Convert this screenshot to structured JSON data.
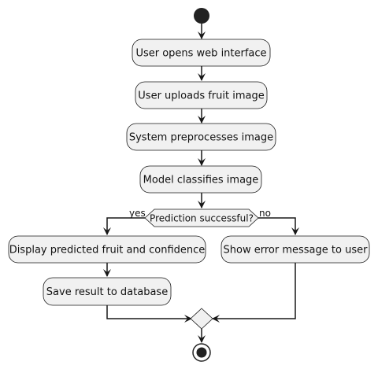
{
  "diagram": {
    "activities": {
      "open_interface": "User opens web interface",
      "upload_image": "User uploads fruit image",
      "preprocess": "System preprocesses image",
      "classify": "Model classifies image",
      "display_result": "Display predicted fruit and confidence",
      "save_result": "Save result to database",
      "show_error": "Show error message to user"
    },
    "decision": {
      "label": "Prediction successful?",
      "yes_label": "yes",
      "no_label": "no"
    }
  }
}
